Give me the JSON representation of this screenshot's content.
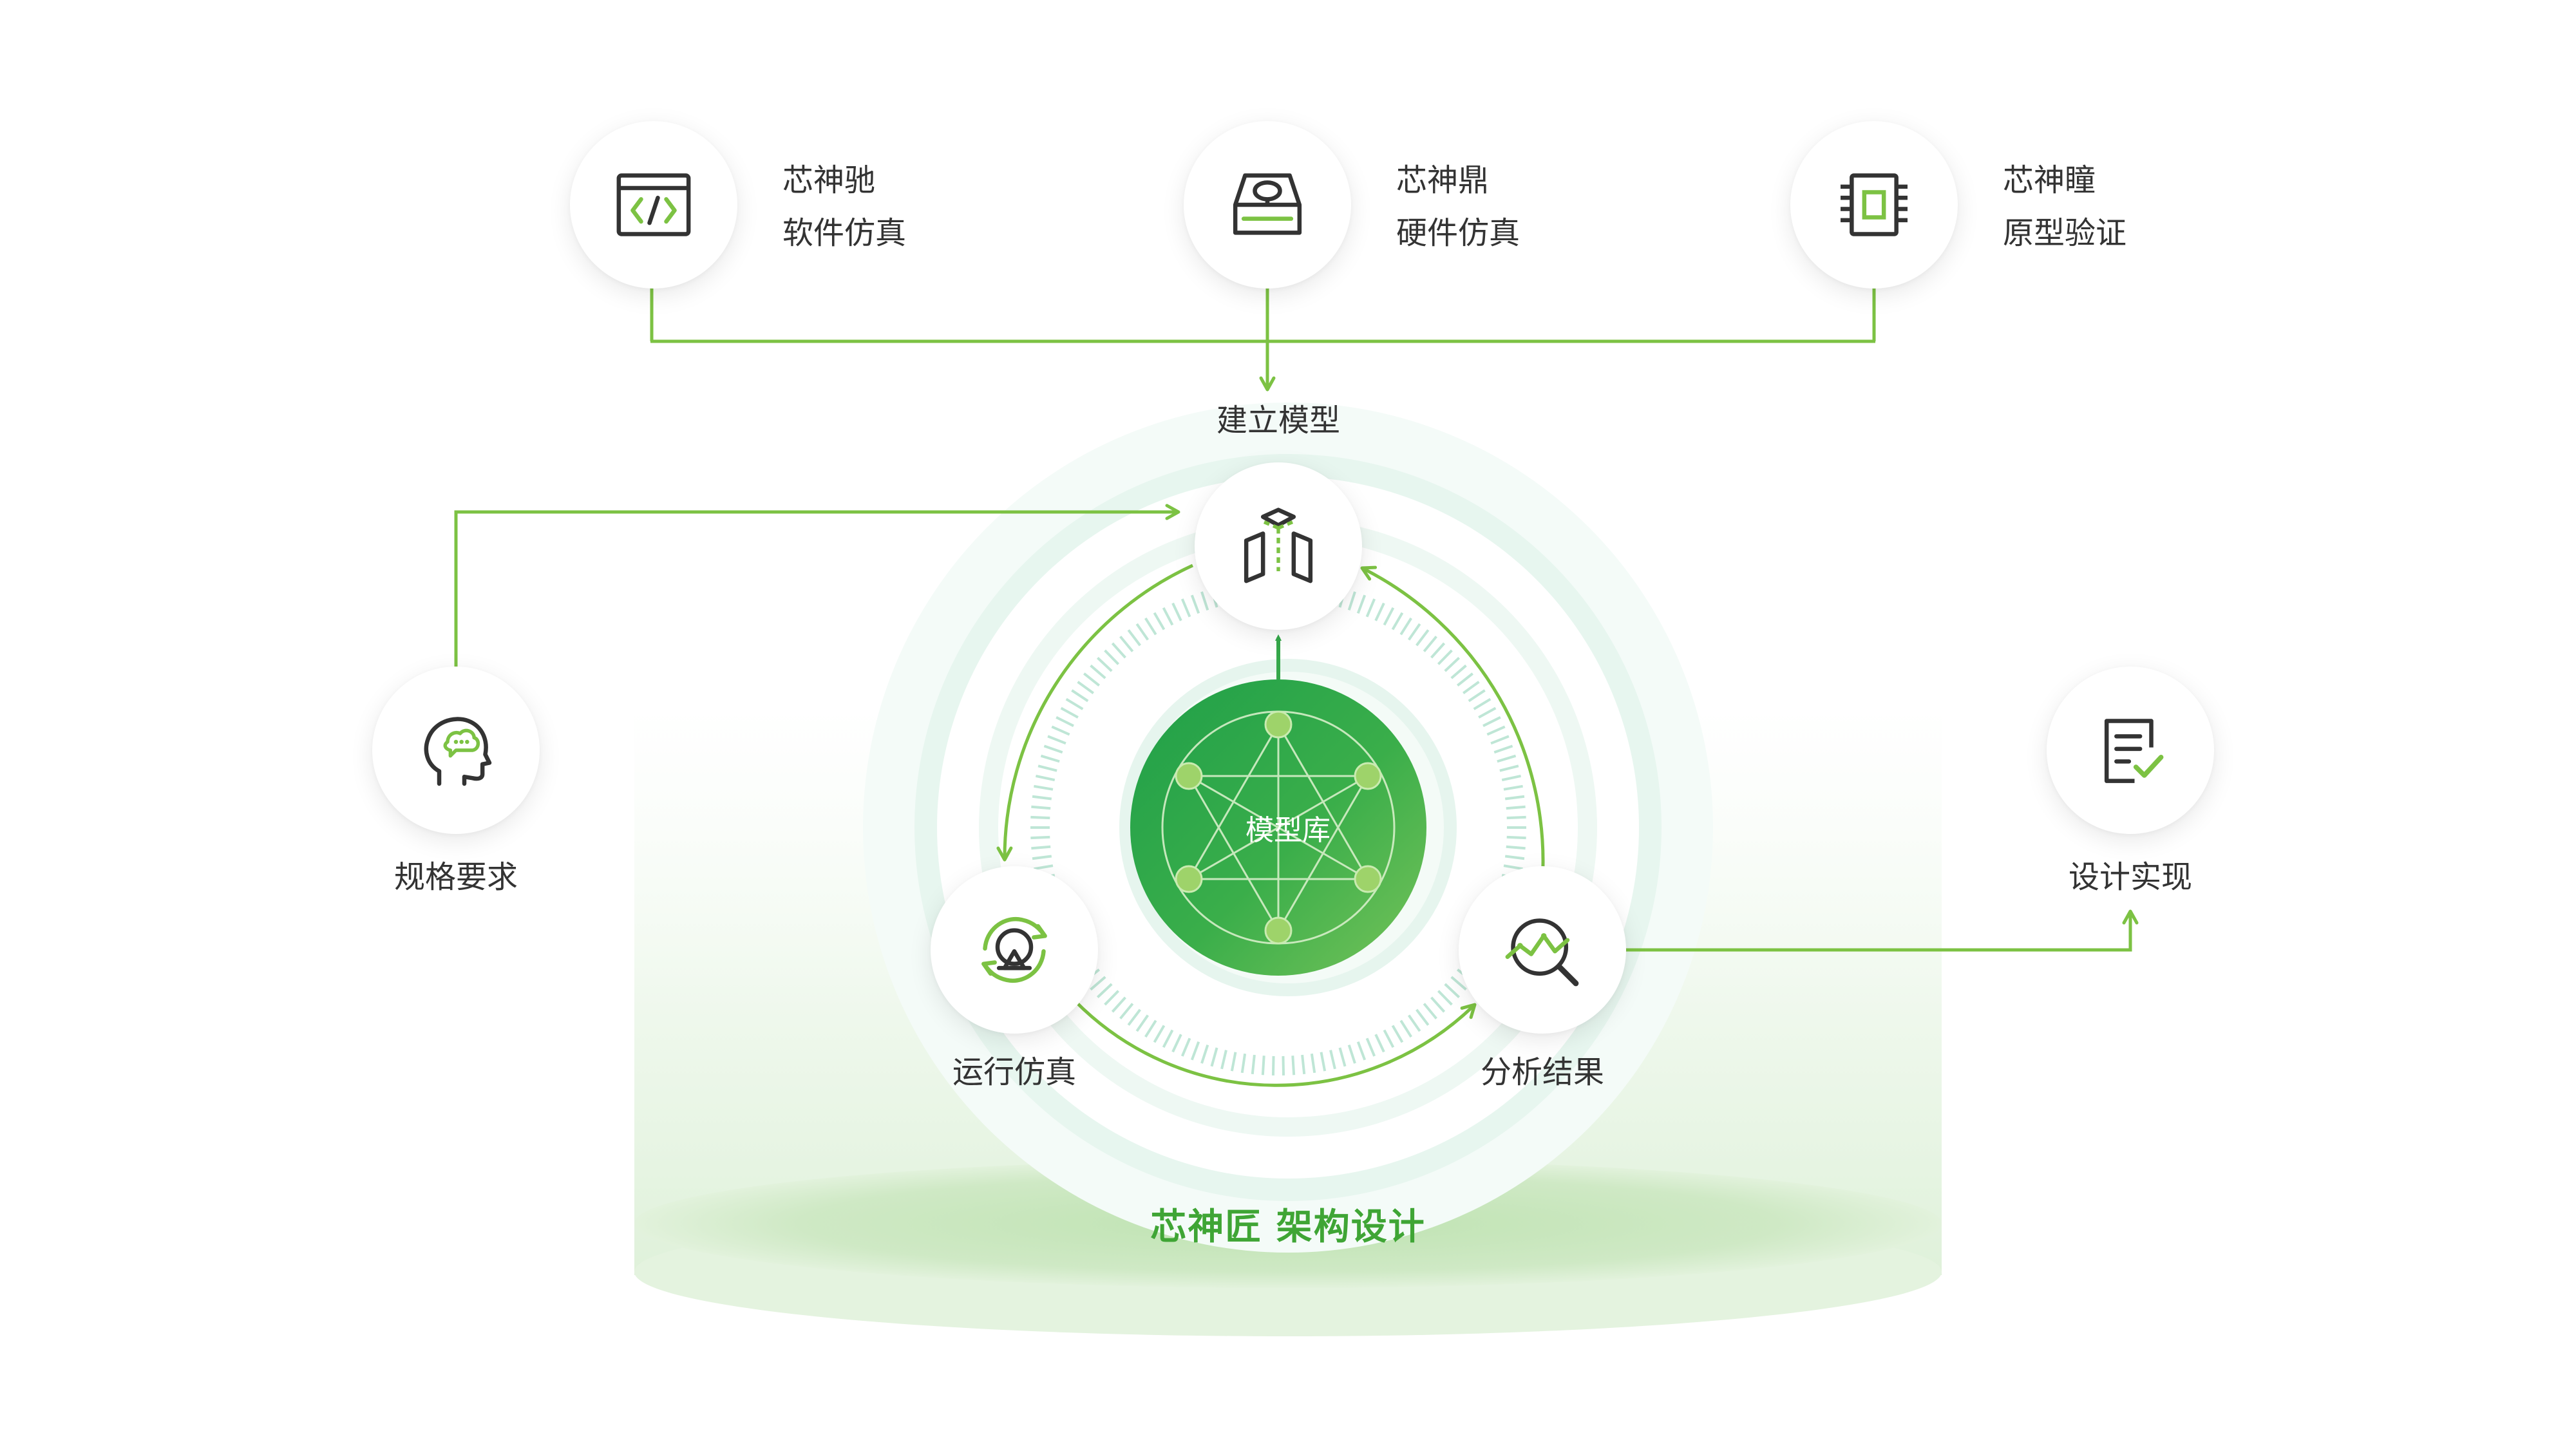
{
  "top_modules": [
    {
      "name": "芯神驰",
      "desc": "软件仿真",
      "icon": "code-window-icon"
    },
    {
      "name": "芯神鼎",
      "desc": "硬件仿真",
      "icon": "hardware-box-icon"
    },
    {
      "name": "芯神瞳",
      "desc": "原型验证",
      "icon": "chip-icon"
    }
  ],
  "cycle": {
    "build": "建立模型",
    "run": "运行仿真",
    "analyze": "分析结果",
    "core": "模型库"
  },
  "inputs": {
    "spec": "规格要求"
  },
  "outputs": {
    "design": "设计实现"
  },
  "platform": {
    "label": "芯神匠 架构设计"
  },
  "colors": {
    "accent": "#7cc243",
    "primary_green": "#35a84a",
    "icon_dark": "#333333",
    "text": "#333333"
  }
}
